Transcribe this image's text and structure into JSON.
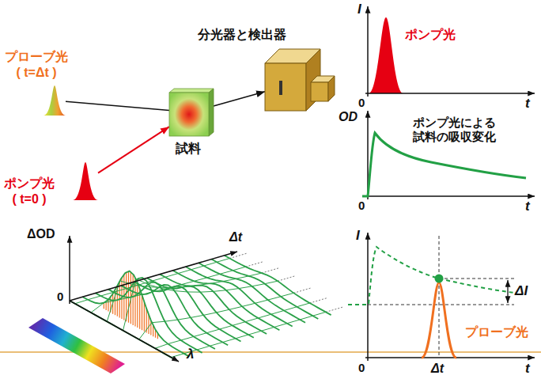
{
  "diagram": {
    "nodes": [
      {
        "text": [
          "プローブ光 ( t=Δt )"
        ]
      },
      {
        "text": [
          "ポンプ光 ( t=0 )"
        ]
      },
      {
        "text": [
          "試料"
        ]
      },
      {
        "text": [
          "分光器と検出器"
        ]
      }
    ],
    "edges": [
      {
        "from": 0,
        "to": 2,
        "arrow": "none"
      },
      {
        "from": 1,
        "to": 2,
        "arrow": "to"
      },
      {
        "from": 2,
        "to": 3,
        "arrow": "to"
      }
    ],
    "labels": [
      "I",
      "0",
      "t",
      "ポンプ光",
      "OD",
      "ポンプ光による 試料の吸収変化",
      "0",
      "t",
      "ΔOD",
      "0",
      "Δt",
      "λ",
      "I",
      "0",
      "Δt",
      "t",
      "ΔI",
      "プローブ光"
    ]
  }
}
